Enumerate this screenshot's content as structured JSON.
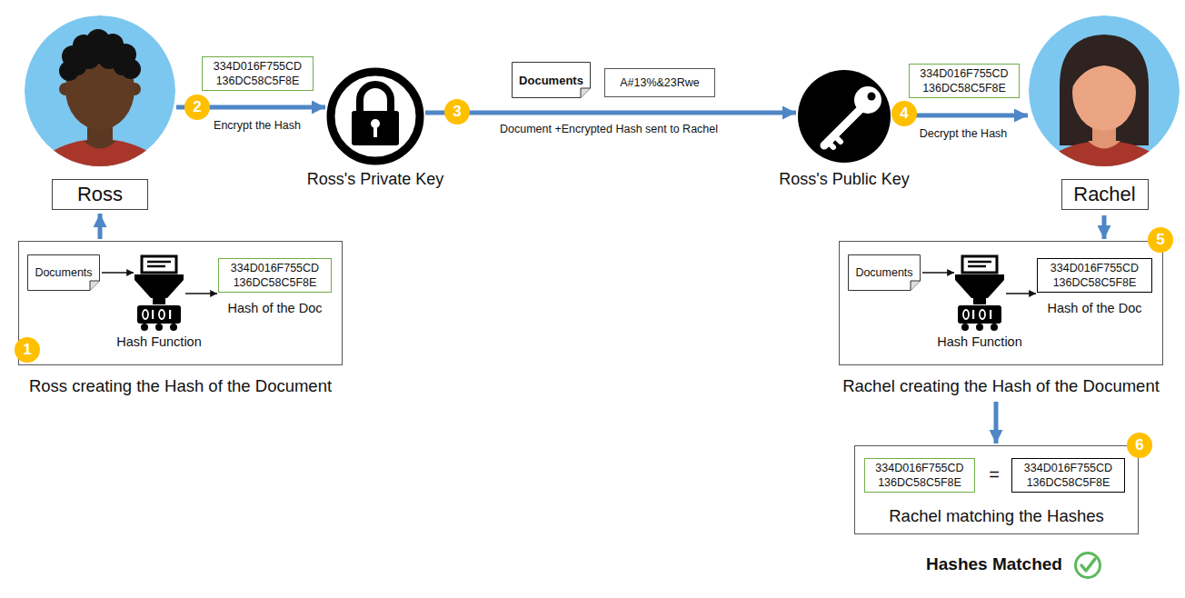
{
  "diagram": {
    "nodes": [
      {
        "text": [
          "Ross"
        ]
      },
      {
        "text": [
          "334D016F755CD 136DC58C5F8E"
        ]
      },
      {
        "text": [
          "Ross's Private Key"
        ]
      },
      {
        "text": [
          "Documents"
        ]
      },
      {
        "text": [
          "A#13%&23Rwe"
        ]
      },
      {
        "text": [
          "Ross's Public Key"
        ]
      },
      {
        "text": [
          "334D016F755CD 136DC58C5F8E"
        ]
      },
      {
        "text": [
          "Rachel"
        ]
      },
      {
        "text": [
          "Ross creating the Hash of the Document"
        ]
      },
      {
        "text": [
          "Documents"
        ],
        "in": 8
      },
      {
        "text": [
          "Hash Function"
        ],
        "in": 8
      },
      {
        "text": [
          "334D016F755CD 136DC58C5F8E",
          "Hash of the Doc"
        ],
        "in": 8
      },
      {
        "text": [
          "Rachel creating the Hash of the Document"
        ]
      },
      {
        "text": [
          "Documents"
        ],
        "in": 12
      },
      {
        "text": [
          "Hash Function"
        ],
        "in": 12
      },
      {
        "text": [
          "334D016F755CD 136DC58C5F8E",
          "Hash of the Doc"
        ],
        "in": 12
      },
      {
        "text": [
          "Rachel matching the Hashes"
        ]
      },
      {
        "text": [
          "334D016F755CD 136DC58C5F8E"
        ],
        "in": 16
      },
      {
        "text": [
          "334D016F755CD 136DC58C5F8E"
        ],
        "in": 16
      }
    ],
    "edges": [
      {
        "from": 0,
        "to": 2,
        "label": "Encrypt the Hash",
        "arrow": "to"
      },
      {
        "from": 2,
        "to": 5,
        "label": "Document +Encrypted Hash sent to Rachel",
        "arrow": "to"
      },
      {
        "from": 5,
        "to": 7,
        "label": "Decrypt the Hash",
        "arrow": "to"
      },
      {
        "from": 8,
        "to": 0,
        "arrow": "to"
      },
      {
        "from": 9,
        "to": 10,
        "arrow": "to"
      },
      {
        "from": 10,
        "to": 11,
        "arrow": "to"
      },
      {
        "from": 7,
        "to": 12,
        "arrow": "to"
      },
      {
        "from": 13,
        "to": 14,
        "arrow": "to"
      },
      {
        "from": 14,
        "to": 15,
        "arrow": "to"
      },
      {
        "from": 12,
        "to": 16,
        "arrow": "to"
      }
    ],
    "labels": [
      "1",
      "2",
      "3",
      "4",
      "5",
      "6",
      "=",
      "Hashes Matched"
    ]
  }
}
